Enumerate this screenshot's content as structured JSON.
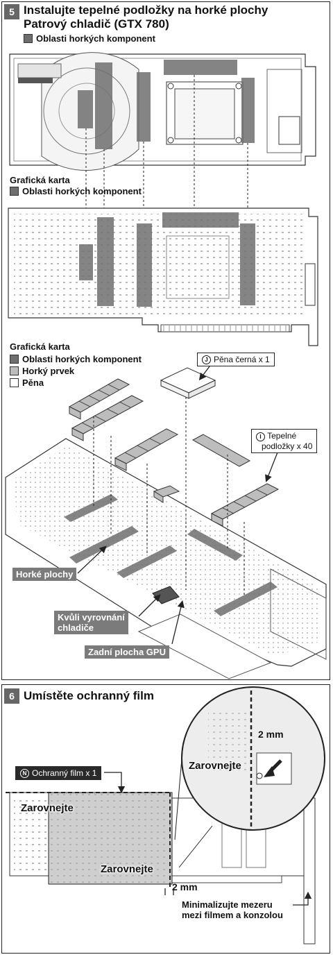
{
  "step5": {
    "number": "5",
    "title_line1": "Instalujte tepelné podložky na horké plochy",
    "title_line2": "Patrový chladič (GTX 780)",
    "legend_hot_area": "Oblasti horkých komponent"
  },
  "card_section": {
    "title": "Grafická karta",
    "legend_hot_area": "Oblasti horkých komponent"
  },
  "exploded_section": {
    "title": "Grafická karta",
    "legend_hot_area": "Oblasti horkých komponent",
    "legend_hot_element": "Horký prvek",
    "legend_foam": "Pěna",
    "foam_tag_letter": "J",
    "foam_tag_text": "Pěna černá x 1",
    "pads_tag_letter": "I",
    "pads_tag_line1": "Tepelné",
    "pads_tag_line2": "podložky x 40",
    "label_hot_surfaces": "Horké plochy",
    "label_cooler_align_line1": "Kvůli vyrovnání",
    "label_cooler_align_line2": "chladiče",
    "label_gpu_back": "Zadní plocha GPU"
  },
  "step6": {
    "number": "6",
    "title": "Umístěte ochranný film",
    "film_tag_letter": "N",
    "film_tag_text": "Ochranný film x 1",
    "align_zoom": "Zarovnejte",
    "mm_zoom": "2 mm",
    "align_top": "Zarovnejte",
    "align_bottom": "Zarovnejte",
    "mm_bottom": "2 mm",
    "note_line1": "Minimalizujte mezeru",
    "note_line2": "mezi filmem a konzolou"
  },
  "colors": {
    "hot_area": "#6e6e6e",
    "hot_element": "#bdbdbd",
    "callout_bg": "#7b7b7b",
    "film": "#cfcfcf"
  }
}
